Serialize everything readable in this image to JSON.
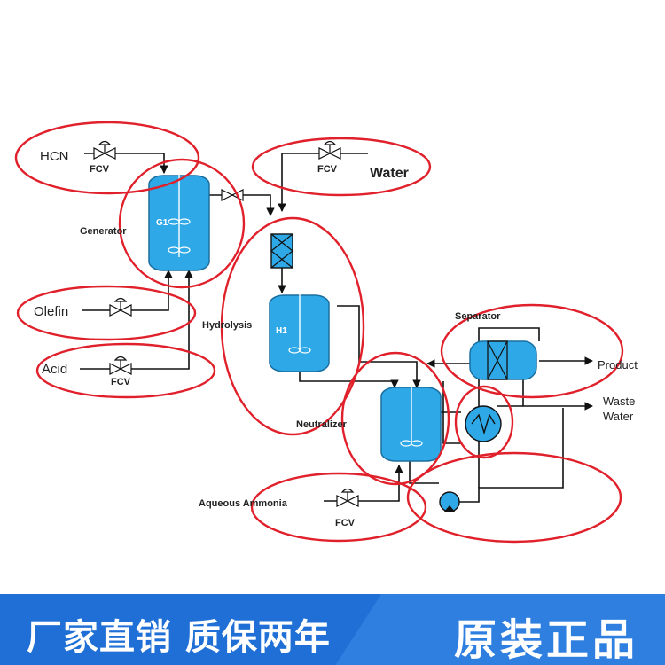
{
  "diagram": {
    "labels": {
      "hcn": "HCN",
      "water": "Water",
      "olefin": "Olefin",
      "acid": "Acid",
      "aqueous_ammonia": "Aqueous Ammonia",
      "fcv": "FCV",
      "generator": "Generator",
      "hydrolysis": "Hydrolysis",
      "neutralizer": "Neutralizer",
      "separator": "Separator",
      "product": "Product",
      "waste_line1": "Waste",
      "waste_line2": "Water",
      "g1": "G1",
      "h1": "H1"
    },
    "colors": {
      "vessel_fill": "#2ea8e6",
      "highlight_ring": "#e0202a",
      "line": "#111111"
    }
  },
  "banner": {
    "left_text": "厂家直销 质保两年",
    "right_text": "原装正品",
    "colors": {
      "left_bg": "#1f6fd6",
      "right_bg": "#2f7fe0",
      "text": "#ffffff"
    }
  }
}
